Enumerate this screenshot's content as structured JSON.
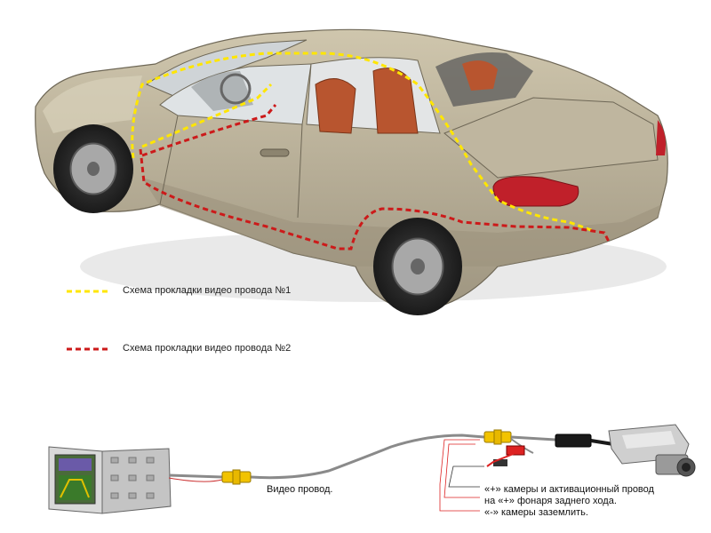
{
  "legend": {
    "route1_label": "Схема прокладки видео провода №1",
    "route1_color": "#ffe600",
    "route2_label": "Схема прокладки видео провода №2",
    "route2_color": "#cc1a1a"
  },
  "wiring": {
    "video_wire_label": "Видео провод.",
    "note_line1": "«+» камеры и активационный провод",
    "note_line2": "на «+» фонаря заднего хода.",
    "note_line3": "«-» камеры заземлить."
  },
  "colors": {
    "car_body": "#b6ad95",
    "car_shadow": "#8f8670",
    "glass": "#d8dcdf",
    "interior": "#b8552f",
    "tail_light": "#c0202a",
    "cable": "#8a8a8a"
  }
}
